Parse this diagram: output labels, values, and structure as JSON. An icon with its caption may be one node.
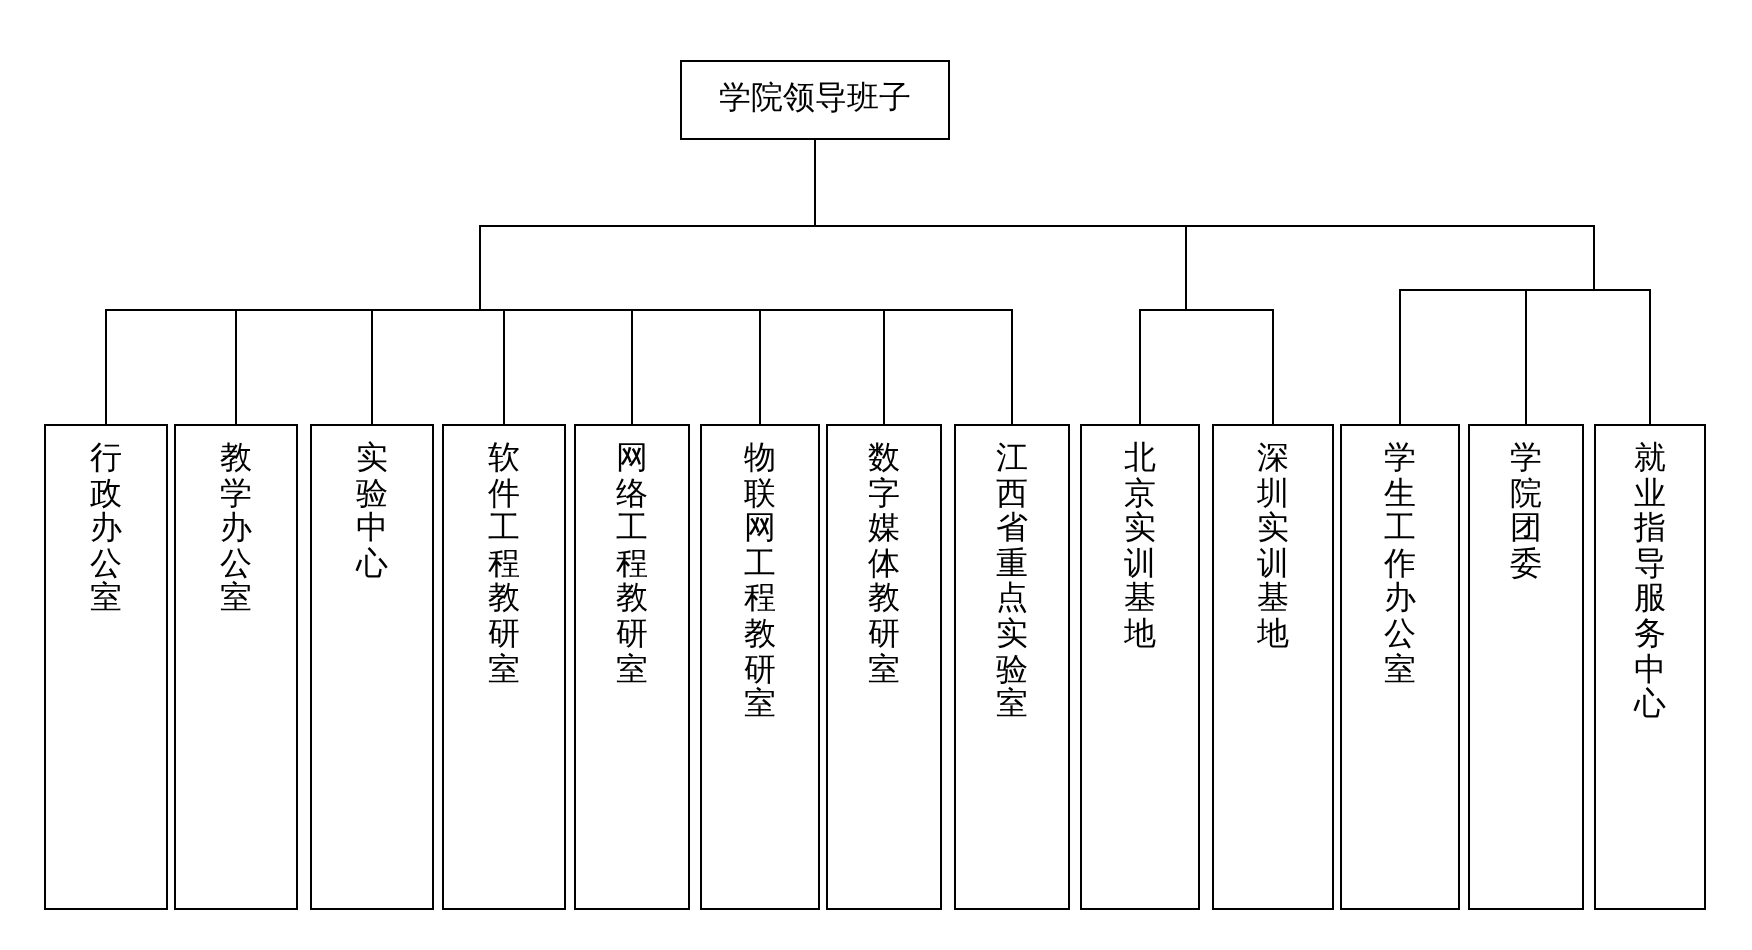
{
  "diagram": {
    "nodes": [
      {
        "text": [
          "学院领导班子"
        ]
      },
      {
        "text": [
          "行政办公室"
        ]
      },
      {
        "text": [
          "教学办公室"
        ]
      },
      {
        "text": [
          "实验中心"
        ]
      },
      {
        "text": [
          "软件工程教研室"
        ]
      },
      {
        "text": [
          "网络工程教研室"
        ]
      },
      {
        "text": [
          "物联网工程教研室"
        ]
      },
      {
        "text": [
          "数字媒体教研室"
        ]
      },
      {
        "text": [
          "江西省重点实验室"
        ]
      },
      {
        "text": [
          "北京实训基地"
        ]
      },
      {
        "text": [
          "深圳实训基地"
        ]
      },
      {
        "text": [
          "学生工作办公室"
        ]
      },
      {
        "text": [
          "学院团委"
        ]
      },
      {
        "text": [
          "就业指导服务中心"
        ]
      }
    ],
    "edges": [
      {
        "from": 0,
        "to": 1,
        "arrow": "none"
      },
      {
        "from": 0,
        "to": 2,
        "arrow": "none"
      },
      {
        "from": 0,
        "to": 3,
        "arrow": "none"
      },
      {
        "from": 0,
        "to": 4,
        "arrow": "none"
      },
      {
        "from": 0,
        "to": 5,
        "arrow": "none"
      },
      {
        "from": 0,
        "to": 6,
        "arrow": "none"
      },
      {
        "from": 0,
        "to": 7,
        "arrow": "none"
      },
      {
        "from": 0,
        "to": 8,
        "arrow": "none"
      },
      {
        "from": 0,
        "to": 9,
        "arrow": "none"
      },
      {
        "from": 0,
        "to": 10,
        "arrow": "none"
      },
      {
        "from": 0,
        "to": 11,
        "arrow": "none"
      },
      {
        "from": 0,
        "to": 12,
        "arrow": "none"
      },
      {
        "from": 0,
        "to": 13,
        "arrow": "none"
      }
    ]
  }
}
